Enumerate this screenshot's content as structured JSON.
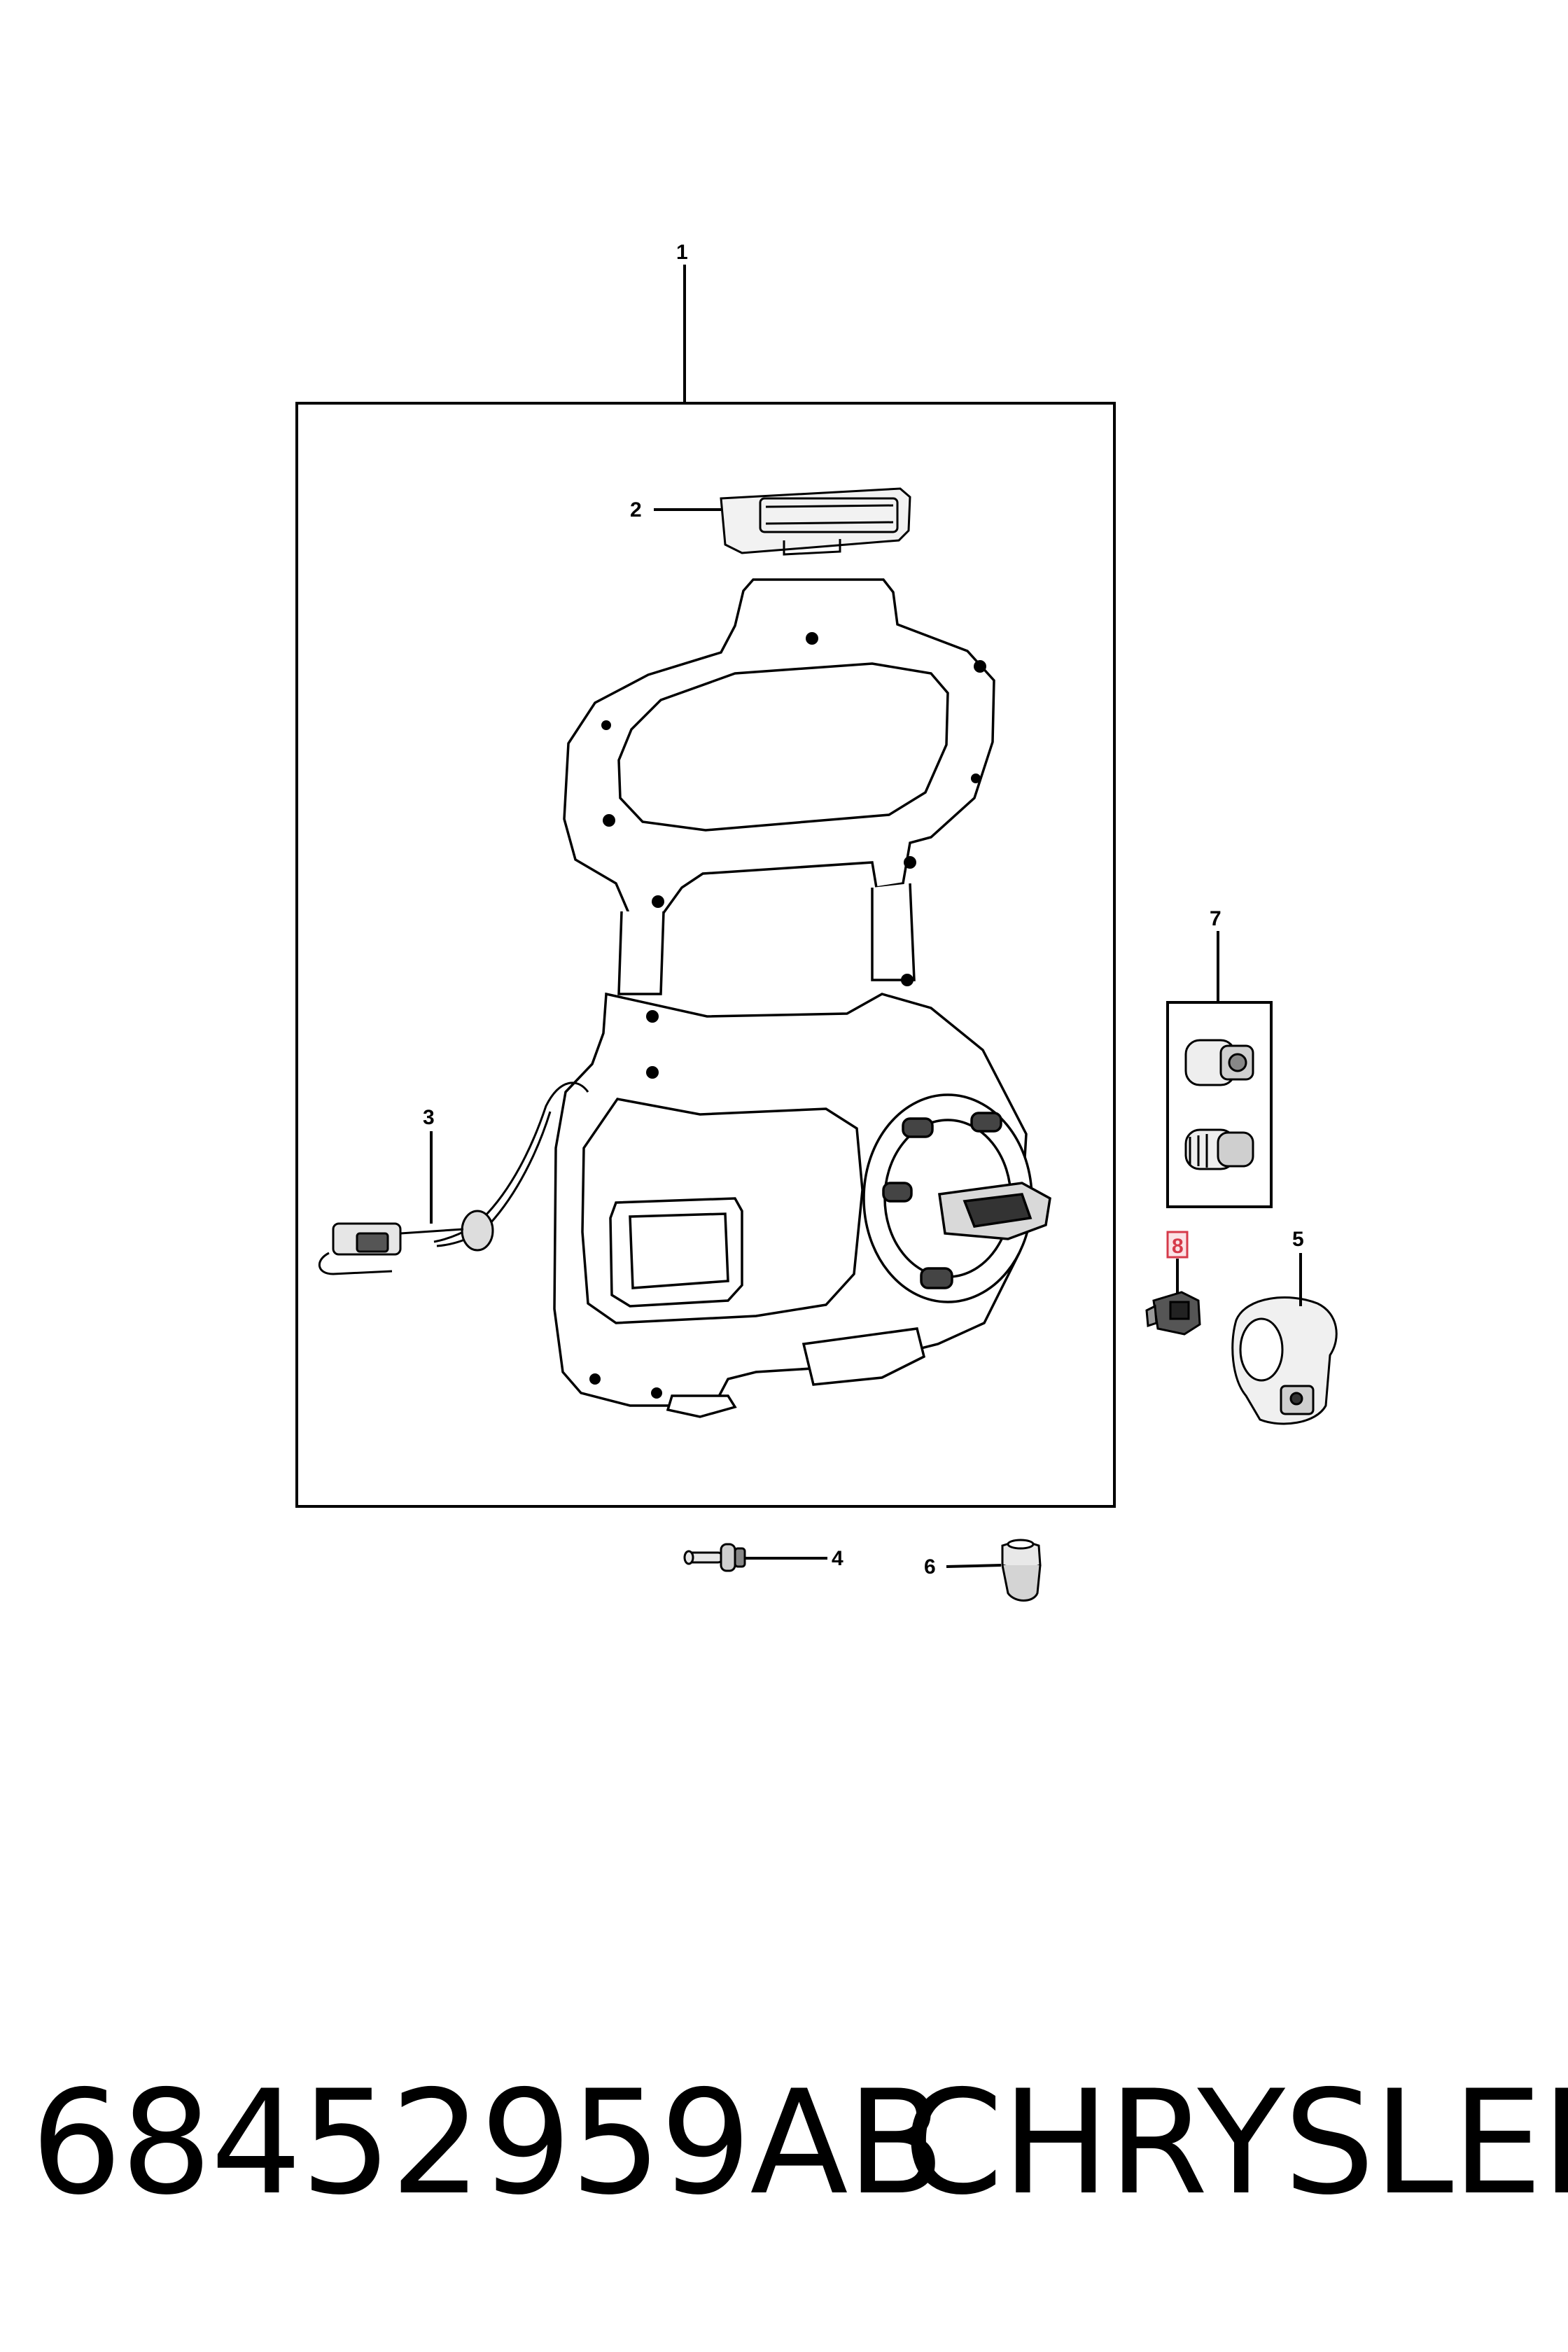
{
  "diagram": {
    "callouts": {
      "c1": "1",
      "c2": "2",
      "c3": "3",
      "c4": "4",
      "c5": "5",
      "c6": "6",
      "c7": "7",
      "c8": "8"
    },
    "highlight_color": "#d63a4a"
  },
  "footer": {
    "part_number": "68452959AB",
    "brand": "CHRYSLER"
  }
}
